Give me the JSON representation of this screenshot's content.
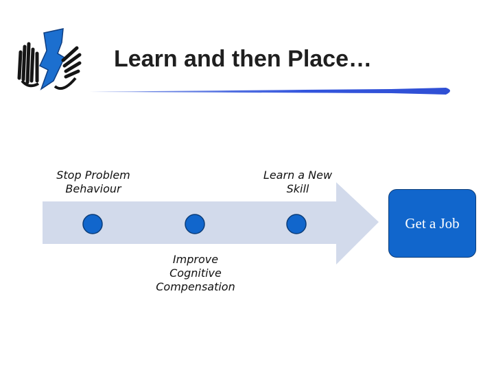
{
  "slide": {
    "title": "Learn and then Place…"
  },
  "flow": {
    "steps": [
      {
        "line1": "Stop Problem",
        "line2": "Behaviour"
      },
      {
        "line1": "Learn a New",
        "line2": "Skill"
      },
      {
        "line1": "Improve",
        "line2": "Cognitive",
        "line3": "Compensation"
      }
    ],
    "goal": "Get a Job"
  },
  "colors": {
    "arrow_fill": "#d2daeb",
    "milestone": "#1166cc",
    "goal_box": "#1166cc",
    "title_rule": "#3a5bd8"
  }
}
